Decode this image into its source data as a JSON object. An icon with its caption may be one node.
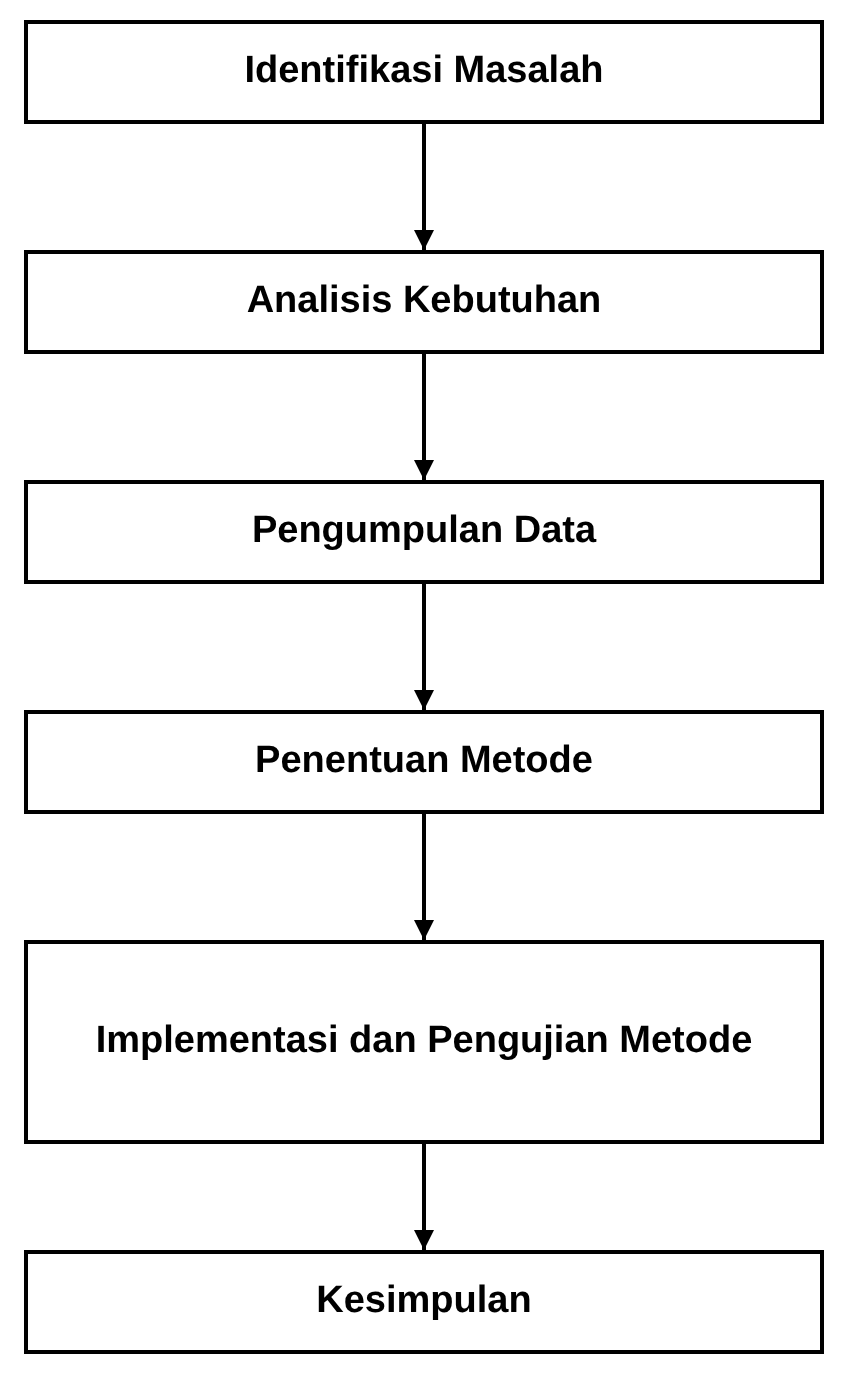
{
  "diagram": {
    "nodes": [
      {
        "text": [
          "Identifikasi Masalah"
        ]
      },
      {
        "text": [
          "Analisis Kebutuhan"
        ]
      },
      {
        "text": [
          "Pengumpulan Data"
        ]
      },
      {
        "text": [
          "Penentuan Metode"
        ]
      },
      {
        "text": [
          "Implementasi dan Pengujian Metode"
        ]
      },
      {
        "text": [
          "Kesimpulan"
        ]
      }
    ],
    "edges": [
      {
        "from": 0,
        "to": 1,
        "arrow": "to"
      },
      {
        "from": 1,
        "to": 2,
        "arrow": "to"
      },
      {
        "from": 2,
        "to": 3,
        "arrow": "to"
      },
      {
        "from": 3,
        "to": 4,
        "arrow": "to"
      },
      {
        "from": 4,
        "to": 5,
        "arrow": "to"
      }
    ]
  }
}
